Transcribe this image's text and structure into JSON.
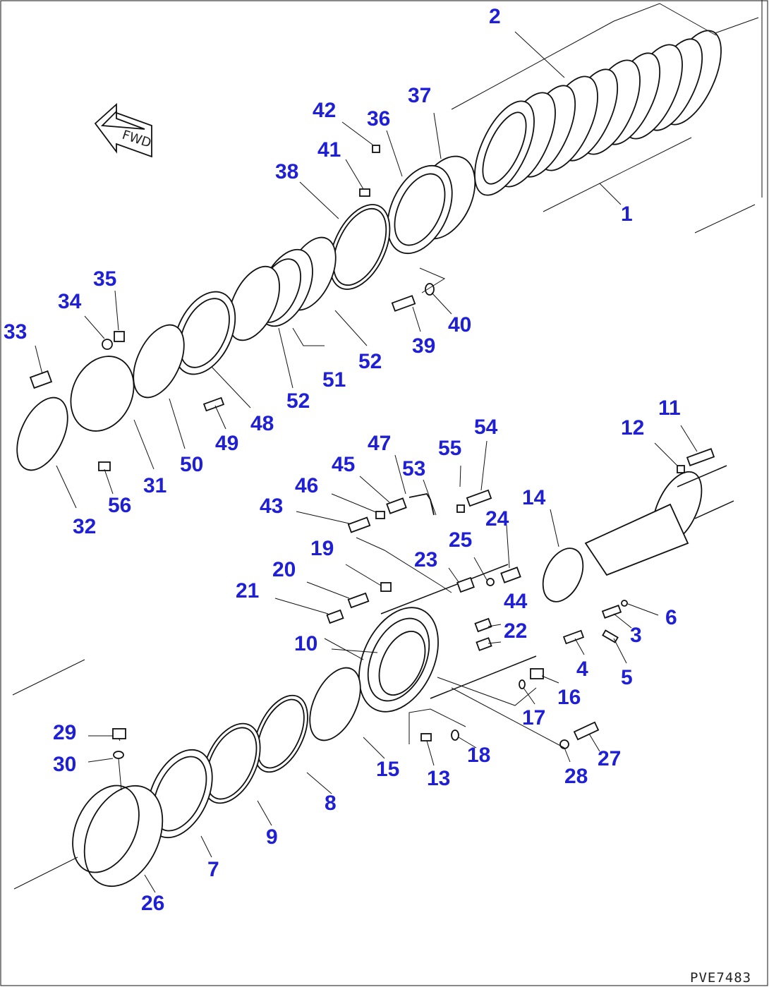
{
  "diagram": {
    "drawing_code": "PVE7483",
    "direction_marker": "FWD",
    "part_labels": [
      "1",
      "2",
      "3",
      "4",
      "5",
      "6",
      "7",
      "8",
      "9",
      "10",
      "11",
      "12",
      "13",
      "14",
      "15",
      "16",
      "17",
      "18",
      "19",
      "20",
      "21",
      "22",
      "23",
      "24",
      "25",
      "26",
      "27",
      "28",
      "29",
      "30",
      "31",
      "32",
      "33",
      "34",
      "35",
      "36",
      "37",
      "38",
      "39",
      "40",
      "41",
      "42",
      "43",
      "44",
      "45",
      "46",
      "47",
      "48",
      "49",
      "50",
      "51",
      "52",
      "52",
      "53",
      "54",
      "55",
      "56"
    ]
  }
}
